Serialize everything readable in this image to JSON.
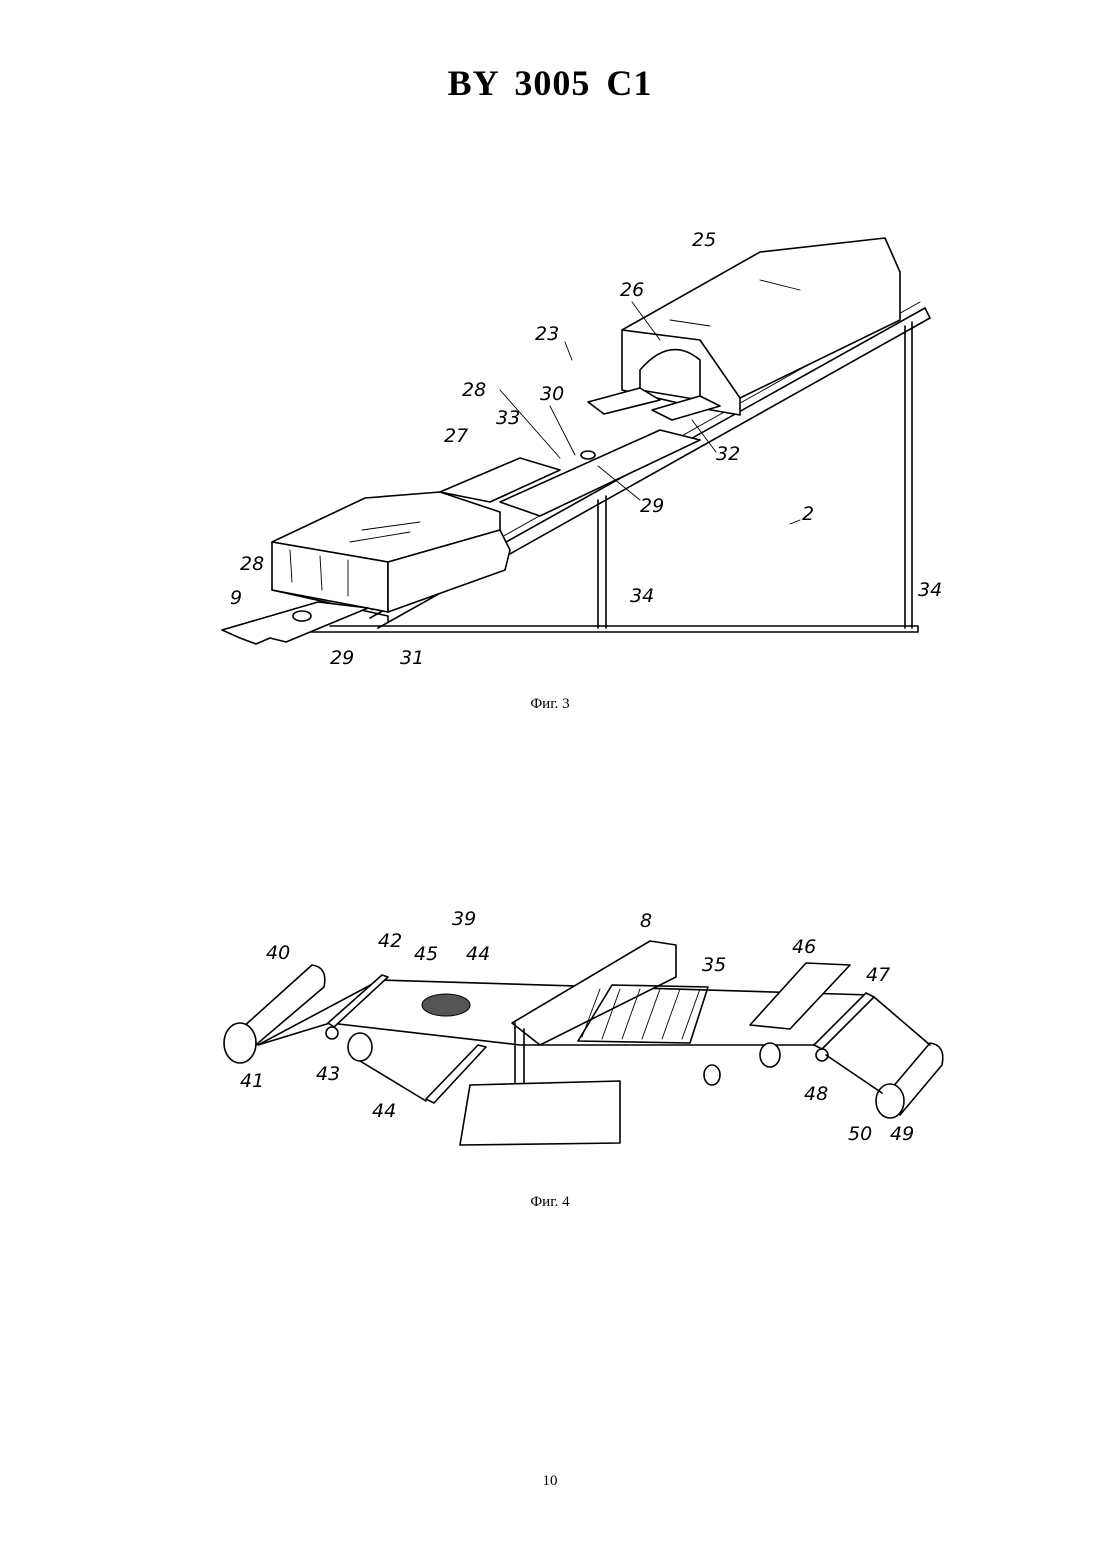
{
  "header": {
    "doc_id": "BY 3005 C1"
  },
  "figures": [
    {
      "caption": "Фиг. 3",
      "labels": {
        "l2": "2",
        "l9": "9",
        "l23": "23",
        "l25": "25",
        "l26": "26",
        "l27": "27",
        "l28a": "28",
        "l28b": "28",
        "l29a": "29",
        "l29b": "29",
        "l30": "30",
        "l31": "31",
        "l32": "32",
        "l33": "33",
        "l34a": "34",
        "l34b": "34"
      }
    },
    {
      "caption": "Фиг. 4",
      "labels": {
        "l8": "8",
        "l35": "35",
        "l39": "39",
        "l40": "40",
        "l41": "41",
        "l42": "42",
        "l43": "43",
        "l44a": "44",
        "l44b": "44",
        "l45": "45",
        "l46": "46",
        "l47": "47",
        "l48": "48",
        "l49": "49",
        "l50": "50"
      }
    }
  ],
  "footer": {
    "page_number": "10"
  }
}
